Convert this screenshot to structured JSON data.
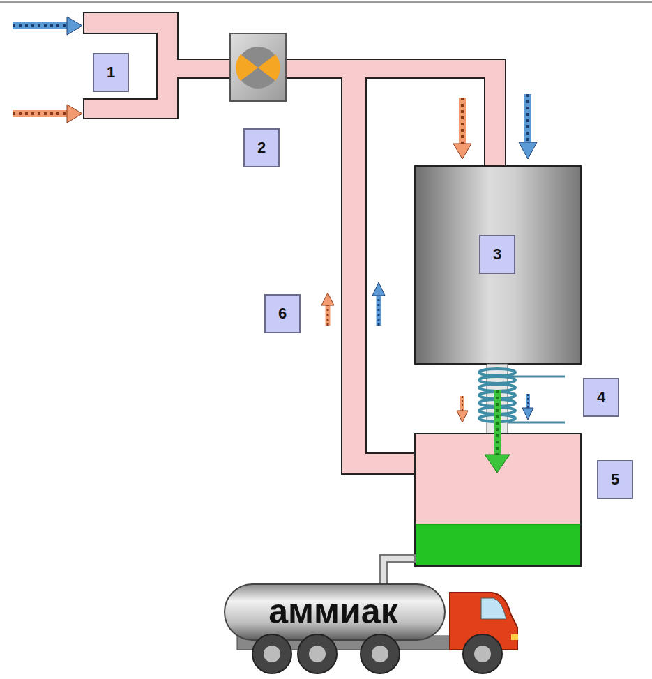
{
  "diagram": {
    "nodes": [
      {
        "text": [
          "1"
        ]
      },
      {
        "text": [
          "2"
        ]
      },
      {
        "text": [
          "3"
        ]
      },
      {
        "text": [
          "6"
        ]
      },
      {
        "text": [
          "4"
        ]
      },
      {
        "text": [
          "5"
        ]
      },
      {
        "text": [
          "аммиак"
        ]
      }
    ]
  }
}
